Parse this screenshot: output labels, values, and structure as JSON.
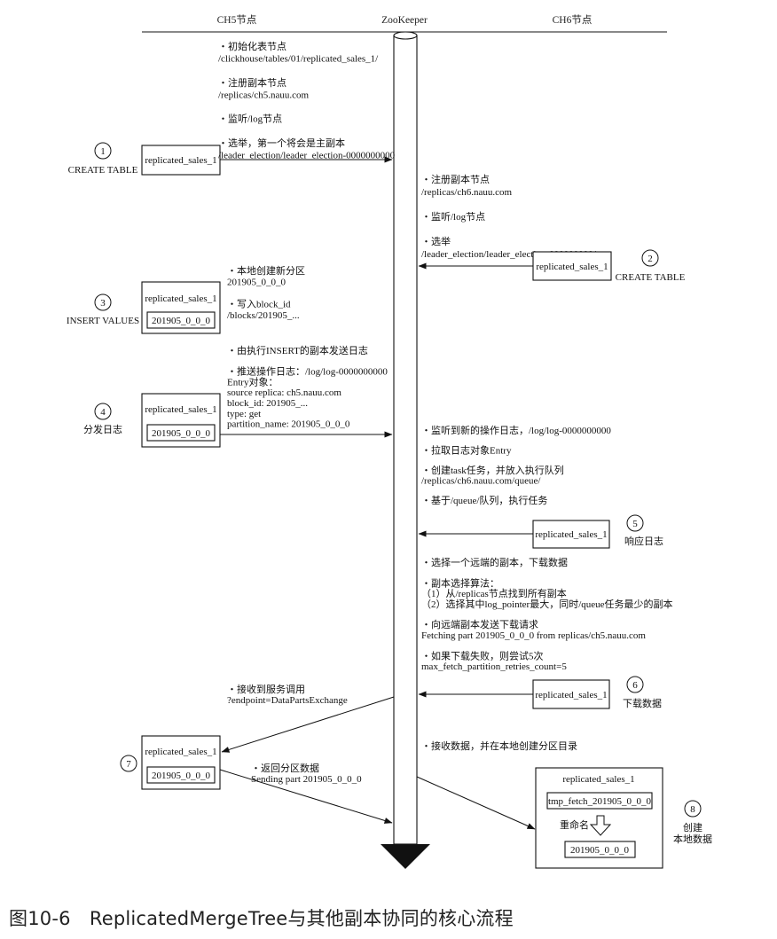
{
  "headers": {
    "left": "CH5节点",
    "center": "ZooKeeper",
    "right": "CH6节点"
  },
  "steps": [
    {
      "num": "1",
      "label": "CREATE TABLE"
    },
    {
      "num": "2",
      "label": "CREATE TABLE"
    },
    {
      "num": "3",
      "label": "INSERT VALUES"
    },
    {
      "num": "4",
      "label": "分发日志"
    },
    {
      "num": "5",
      "label": "响应日志"
    },
    {
      "num": "6",
      "label": "下载数据"
    },
    {
      "num": "7",
      "label": ""
    },
    {
      "num": "8",
      "label": "创建\n本地数据"
    }
  ],
  "boxes": {
    "table_name": "replicated_sales_1",
    "part_name": "201905_0_0_0",
    "tmp_part_name": "tmp_fetch_201905_0_0_0",
    "rename_label": "重命名"
  },
  "notes": {
    "ch5_create": [
      "・初始化表节点",
      "/clickhouse/tables/01/replicated_sales_1/",
      "",
      "・注册副本节点",
      "/replicas/ch5.nauu.com",
      "",
      "・监听/log节点",
      "",
      "・选举，第一个将会是主副本",
      "/leader_election/leader_election-0000000000"
    ],
    "ch6_create": [
      "・注册副本节点",
      "/replicas/ch6.nauu.com",
      "",
      "・监听/log节点",
      "",
      "・选举",
      "/leader_election/leader_election-0000000001"
    ],
    "insert": [
      "・本地创建新分区",
      "201905_0_0_0",
      "",
      "・写入block_id",
      "/blocks/201905_..."
    ],
    "push_log": [
      "・由执行INSERT的副本发送日志",
      "",
      "・推送操作日志：/log/log-0000000000",
      "Entry对象：",
      "source replica: ch5.nauu.com",
      "block_id: 201905_...",
      "type: get",
      "partition_name: 201905_0_0_0"
    ],
    "ch6_log": [
      "・监听到新的操作日志，/log/log-0000000000",
      "",
      "・拉取日志对象Entry",
      "",
      "・创建task任务，并放入执行队列",
      "/replicas/ch6.nauu.com/queue/",
      "",
      "・基于/queue/队列，执行任务"
    ],
    "ch6_fetch": [
      "・选择一个远端的副本，下载数据",
      "",
      "・副本选择算法：",
      "（1）从/replicas节点找到所有副本",
      "（2）选择其中log_pointer最大，同时/queue任务最少的副本",
      "",
      "・向远端副本发送下载请求",
      "Fetching part 201905_0_0_0 from replicas/ch5.nauu.com",
      "",
      "・如果下载失败，则尝试5次",
      "max_fetch_partition_retries_count=5"
    ],
    "ch5_service": [
      "・接收到服务调用",
      "?endpoint=DataPartsExchange"
    ],
    "ch5_send": [
      "・返回分区数据",
      "Sending part 201905_0_0_0"
    ],
    "ch6_receive": [
      "・接收数据，并在本地创建分区目录"
    ]
  },
  "caption": "图10-6　ReplicatedMergeTree与其他副本协同的核心流程"
}
